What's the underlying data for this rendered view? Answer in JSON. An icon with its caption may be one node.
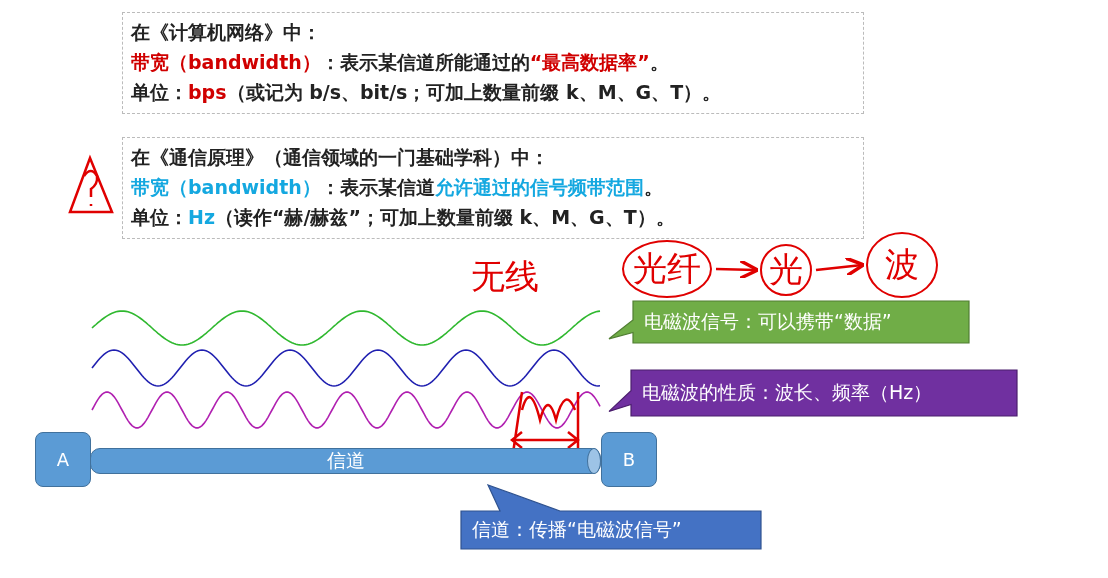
{
  "diagram": {
    "nodes": [
      {
        "text": [
          "在《计算机网络》中：",
          "**带宽（bandwidth）**：表示某信道所能通过的**“最高数据率”**。",
          "单位：**bps**（或记为 b/s、bit/s；可加上数量前缀 k、M、G、T）。"
        ]
      },
      {
        "text": [
          "在《通信原理》（通信领域的一门基础学科）中：",
          "**带宽（bandwidth）**：表示某信道**允许通过的信号频带范围**。",
          "单位：**Hz**（读作“赫/赫兹”；可加上数量前缀 k、M、G、T）。"
        ]
      },
      {
        "text": [
          "光纤"
        ]
      },
      {
        "text": [
          "光"
        ]
      },
      {
        "text": [
          "波"
        ]
      },
      {
        "text": [
          "电磁波信号：可以携带“数据”"
        ]
      },
      {
        "text": [
          "电磁波的性质：波长、频率（Hz）"
        ]
      },
      {
        "text": [
          "A"
        ]
      },
      {
        "text": [
          "信道"
        ]
      },
      {
        "text": [
          "B"
        ]
      },
      {
        "text": [
          "信道：传播“电磁波信号”"
        ]
      }
    ],
    "edges": [
      {
        "from": 2,
        "to": 3,
        "arrow": "to"
      },
      {
        "from": 3,
        "to": 4,
        "arrow": "to"
      }
    ],
    "labels": [
      "无线"
    ]
  }
}
